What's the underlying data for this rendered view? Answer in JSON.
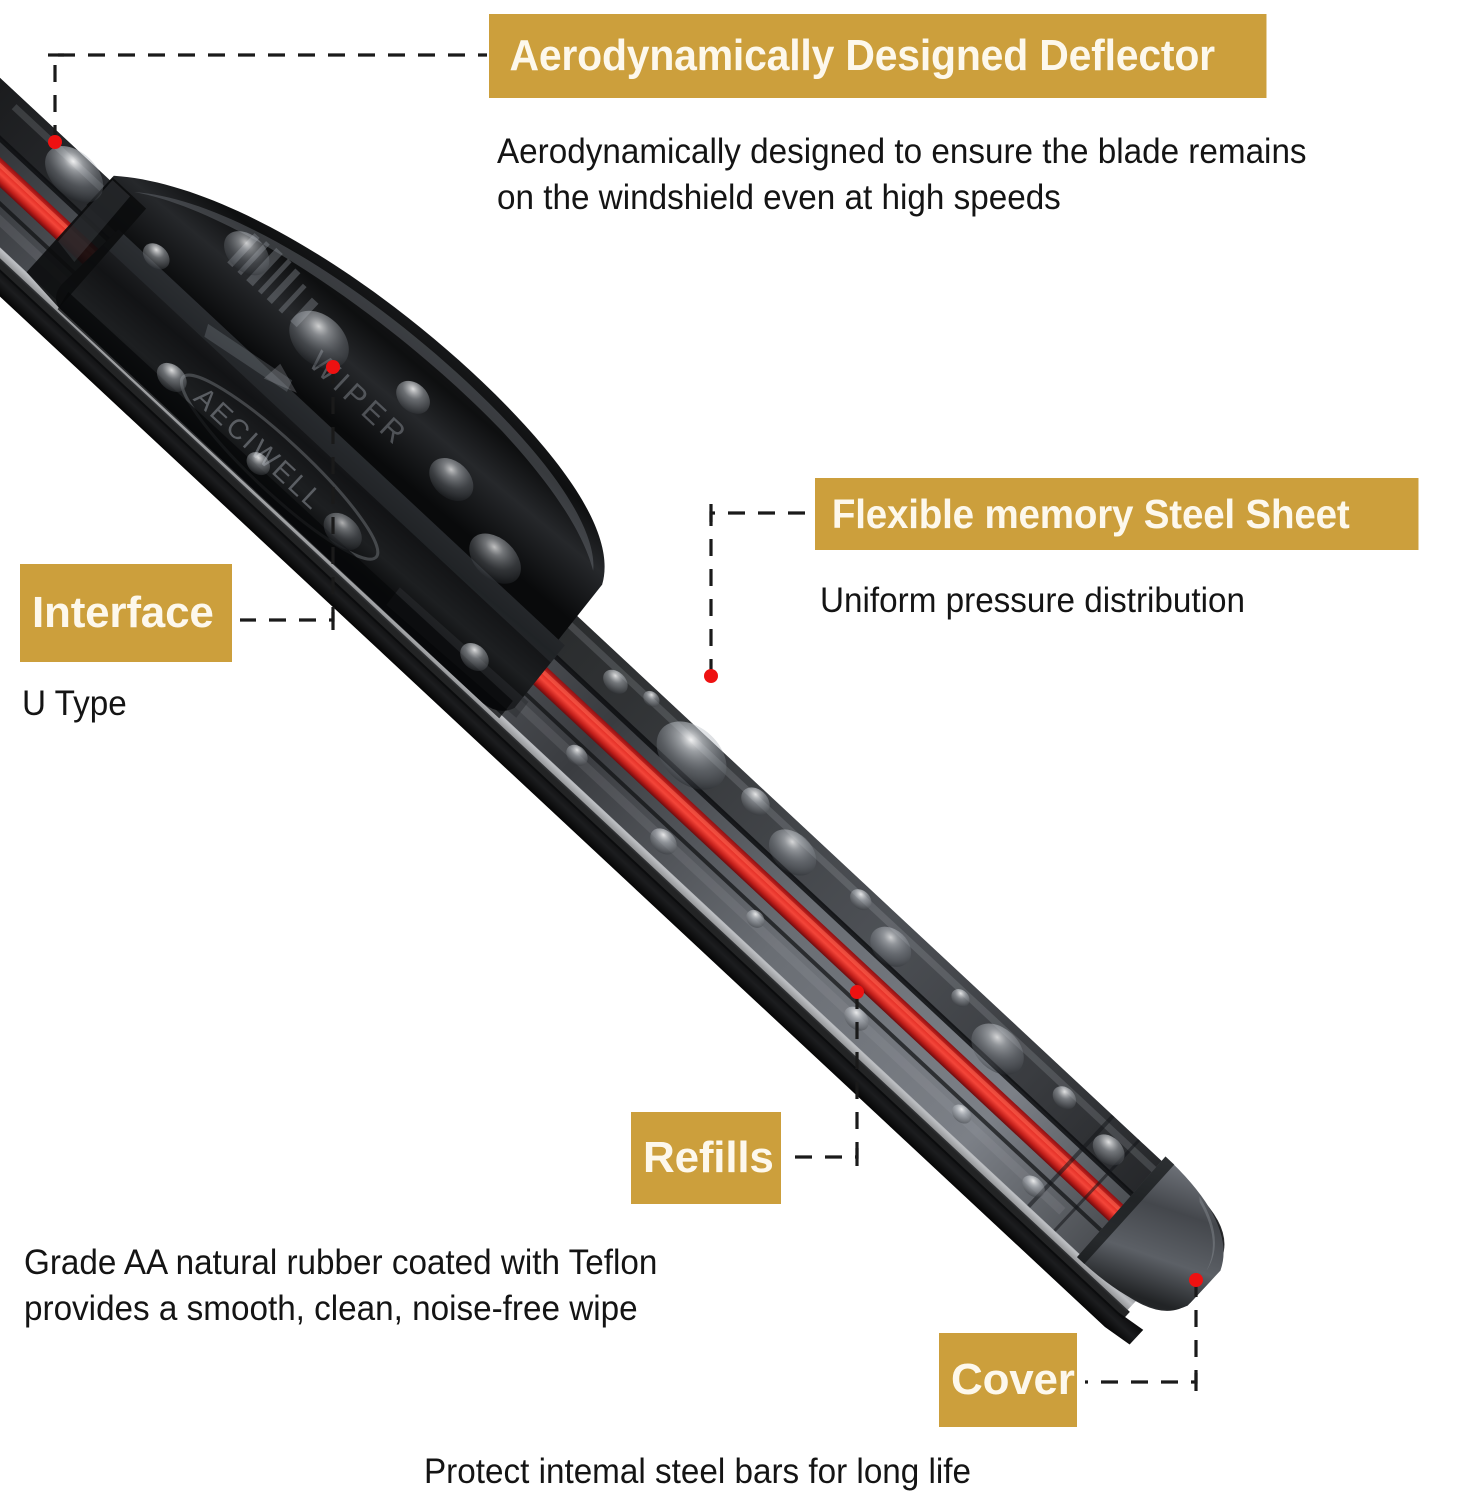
{
  "page": {
    "type": "product-infographic",
    "subject": "car windshield wiper blade",
    "background_color": "#ffffff",
    "accent_color": "#cc9f3c",
    "banner_text_color": "#fdf8ec",
    "body_text_color": "#141414",
    "anchor_dot_color": "#ee1111",
    "leader_line_color": "#1a1a1a"
  },
  "callouts": {
    "deflector": {
      "label": "Aerodynamically Designed Deflector",
      "description": "Aerodynamically designed to ensure the blade remains\non the windshield even at high speeds"
    },
    "steel_sheet": {
      "label": "Flexible memory Steel Sheet",
      "description": "Uniform pressure distribution"
    },
    "interface": {
      "label": "Interface",
      "description": "U Type"
    },
    "refills": {
      "label": "Refills",
      "description": "Grade AA natural rubber coated with Teflon\nprovides a smooth, clean, noise-free wipe"
    },
    "cover": {
      "label": "Cover",
      "description": "Protect intemal steel bars for long life"
    }
  },
  "product_markings": {
    "brand": "AECIWELL",
    "category": "WIPER"
  }
}
